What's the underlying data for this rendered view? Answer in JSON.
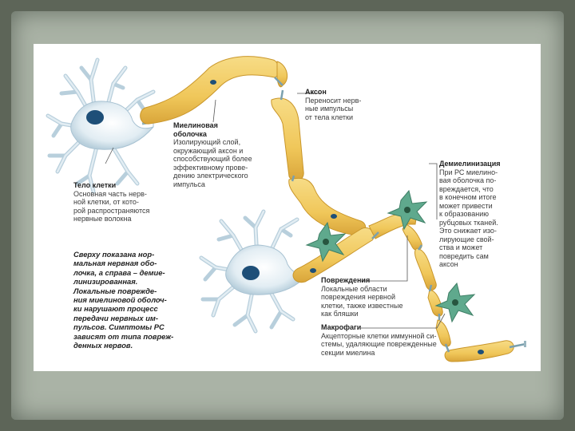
{
  "labels": {
    "axon": {
      "title": "Аксон",
      "text": "Переносит нерв-\nные импульсы\nот тела клетки"
    },
    "myelin": {
      "title": "Миелиновая\nоболочка",
      "text": "Изолирующий слой,\nокружающий аксон и\nспособствующий более\nэффективному прове-\nдению электрического\nимпульса"
    },
    "cell_body": {
      "title": "Тело клетки",
      "text": "Основная часть нерв-\nной клетки, от кото-\nрой распространяются\nнервные волокна"
    },
    "demyelination": {
      "title": "Демиелинизация",
      "text": "При РС миелино-\nвая оболочка по-\nвреждается, что\nв конечном итоге\nможет привести\nк образованию\nрубцовых тканей.\nЭто снижает изо-\nлирующие свой-\nства и может\nповредить сам\nаксон"
    },
    "lesions": {
      "title": "Повреждения",
      "text": "Локальные области\nповреждения нервной\nклетки, также известные\nкак бляшки"
    },
    "macrophages": {
      "title": "Макрофаги",
      "text": "Акцепторные клетки иммунной си-\nстемы, удаляющие поврежденные\nсекции миелина"
    }
  },
  "note": "Сверху показана нор-\nмальная нервная обо-\nлочка, а справа – демие-\nлинизированная.\nЛокальные поврежде-\nния миелиновой оболоч-\nки нарушают процесс\nпередачи нервных им-\nпульсов. Симптомы РС\nзависят от типа повреж-\nденных нервов.",
  "colors": {
    "myelin": "#f0c75a",
    "myelin_edge": "#c9962a",
    "cell": "#dde9f0",
    "nucleus": "#1e4f78",
    "macrophage": "#5fa98d",
    "axon": "#8fb0b8"
  }
}
